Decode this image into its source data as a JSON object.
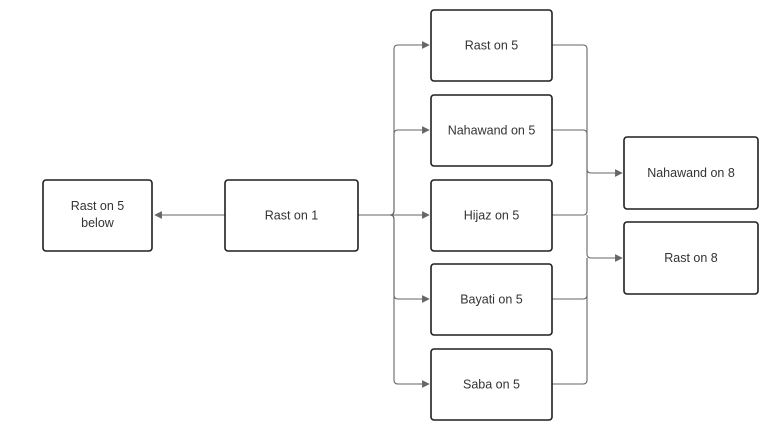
{
  "nodes": {
    "rast_on_5_below": "Rast on 5 below",
    "rast_on_1": "Rast on 1",
    "rast_on_5": "Rast on 5",
    "nahawand_on_5": "Nahawand on 5",
    "hijaz_on_5": "Hijaz on 5",
    "bayati_on_5": "Bayati on 5",
    "saba_on_5": "Saba on 5",
    "nahawand_on_8": "Nahawand on 8",
    "rast_on_8": "Rast on 8"
  },
  "edges": [
    {
      "from": "rast_on_1",
      "to": "rast_on_5_below"
    },
    {
      "from": "rast_on_1",
      "to": "rast_on_5"
    },
    {
      "from": "rast_on_1",
      "to": "nahawand_on_5"
    },
    {
      "from": "rast_on_1",
      "to": "hijaz_on_5"
    },
    {
      "from": "rast_on_1",
      "to": "bayati_on_5"
    },
    {
      "from": "rast_on_1",
      "to": "saba_on_5"
    },
    {
      "from": "rast_on_5",
      "to": "nahawand_on_8"
    },
    {
      "from": "nahawand_on_5",
      "to": "nahawand_on_8"
    },
    {
      "from": "hijaz_on_5",
      "to": "nahawand_on_8"
    },
    {
      "from": "bayati_on_5",
      "to": "rast_on_8"
    },
    {
      "from": "saba_on_5",
      "to": "rast_on_8"
    },
    {
      "from": "hijaz_on_5",
      "to": "rast_on_8"
    }
  ]
}
